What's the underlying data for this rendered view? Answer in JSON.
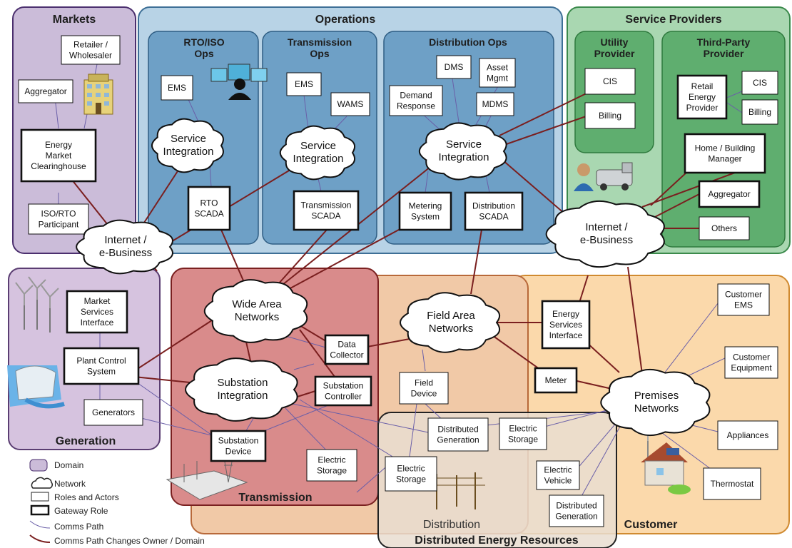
{
  "colors": {
    "markets_fill": "#cbbcd9",
    "markets_stroke": "#4b2f6e",
    "operations_fill": "#b8d3e6",
    "operations_stroke": "#3d6f96",
    "ops_sub_fill": "#6ea0c6",
    "ops_sub_stroke": "#2e5d83",
    "service_fill": "#a9d7b1",
    "service_stroke": "#3b8a4c",
    "service_sub_fill": "#5fae6f",
    "generation_fill": "#d6c3df",
    "generation_stroke": "#5a3d72",
    "transmission_fill": "#d98b8b",
    "transmission_stroke": "#7a2020",
    "distribution_fill": "#f1c9a7",
    "distribution_stroke": "#b8693a",
    "customer_fill": "#fbd9ab",
    "customer_stroke": "#d08a30",
    "der_fill": "#e9ddd0",
    "der_stroke": "#222222",
    "comms_path": "#6a5fa8",
    "owner_change_path": "#7a1f1f"
  },
  "domains": {
    "markets": "Markets",
    "operations": "Operations",
    "rto_ops": [
      "RTO/ISO",
      "Ops"
    ],
    "transmission_ops": [
      "Transmission",
      "Ops"
    ],
    "distribution_ops": "Distribution Ops",
    "service_providers": "Service Providers",
    "utility_provider": [
      "Utility",
      "Provider"
    ],
    "third_party_provider": [
      "Third-Party",
      "Provider"
    ],
    "generation": "Generation",
    "transmission": "Transmission",
    "distribution": "Distribution",
    "customer": "Customer",
    "der": "Distributed Energy Resources"
  },
  "roles": {
    "retailer": [
      "Retailer /",
      "Wholesaler"
    ],
    "aggregator_mkt": [
      "Aggregator"
    ],
    "clearinghouse": [
      "Energy",
      "Market",
      "Clearinghouse"
    ],
    "iso_participant": [
      "ISO/RTO",
      "Participant"
    ],
    "ems_rto": [
      "EMS"
    ],
    "rto_scada": [
      "RTO",
      "SCADA"
    ],
    "ems_trans": [
      "EMS"
    ],
    "wams": [
      "WAMS"
    ],
    "transmission_scada": [
      "Transmission",
      "SCADA"
    ],
    "dms": [
      "DMS"
    ],
    "asset_mgmt": [
      "Asset",
      "Mgmt"
    ],
    "demand_response": [
      "Demand",
      "Response"
    ],
    "mdms": [
      "MDMS"
    ],
    "metering_system": [
      "Metering",
      "System"
    ],
    "distribution_scada": [
      "Distribution",
      "SCADA"
    ],
    "cis_utility": [
      "CIS"
    ],
    "billing_utility": [
      "Billing"
    ],
    "retail_energy_provider": [
      "Retail",
      "Energy",
      "Provider"
    ],
    "cis_third": [
      "CIS"
    ],
    "billing_third": [
      "Billing"
    ],
    "home_building_manager": [
      "Home / Building",
      "Manager"
    ],
    "aggregator_sp": [
      "Aggregator"
    ],
    "others": [
      "Others"
    ],
    "market_services_interface": [
      "Market",
      "Services",
      "Interface"
    ],
    "plant_control_system": [
      "Plant Control",
      "System"
    ],
    "generators": [
      "Generators"
    ],
    "data_collector": [
      "Data",
      "Collector"
    ],
    "substation_controller": [
      "Substation",
      "Controller"
    ],
    "substation_device": [
      "Substation",
      "Device"
    ],
    "electric_storage_trans": [
      "Electric",
      "Storage"
    ],
    "field_device": [
      "Field",
      "Device"
    ],
    "distributed_generation_der": [
      "Distributed",
      "Generation"
    ],
    "electric_storage_der": [
      "Electric",
      "Storage"
    ],
    "electric_storage_cust": [
      "Electric",
      "Storage"
    ],
    "energy_services_interface": [
      "Energy",
      "Services",
      "Interface"
    ],
    "meter": [
      "Meter"
    ],
    "electric_vehicle": [
      "Electric",
      "Vehicle"
    ],
    "distributed_generation_cust": [
      "Distributed",
      "Generation"
    ],
    "customer_ems": [
      "Customer",
      "EMS"
    ],
    "customer_equipment": [
      "Customer",
      "Equipment"
    ],
    "appliances": [
      "Appliances"
    ],
    "thermostat": [
      "Thermostat"
    ]
  },
  "networks": {
    "si_rto": [
      "Service",
      "Integration"
    ],
    "si_trans": [
      "Service",
      "Integration"
    ],
    "si_dist": [
      "Service",
      "Integration"
    ],
    "internet_left": [
      "Internet /",
      "e-Business"
    ],
    "internet_right": [
      "Internet /",
      "e-Business"
    ],
    "wan": [
      "Wide Area",
      "Networks"
    ],
    "substation_integration": [
      "Substation",
      "Integration"
    ],
    "fan": [
      "Field Area",
      "Networks"
    ],
    "premises": [
      "Premises",
      "Networks"
    ]
  },
  "legend": {
    "domain": "Domain",
    "network": "Network",
    "roles": "Roles and Actors",
    "gateway": "Gateway Role",
    "comms": "Comms Path",
    "comms_owner": "Comms Path Changes Owner / Domain"
  }
}
